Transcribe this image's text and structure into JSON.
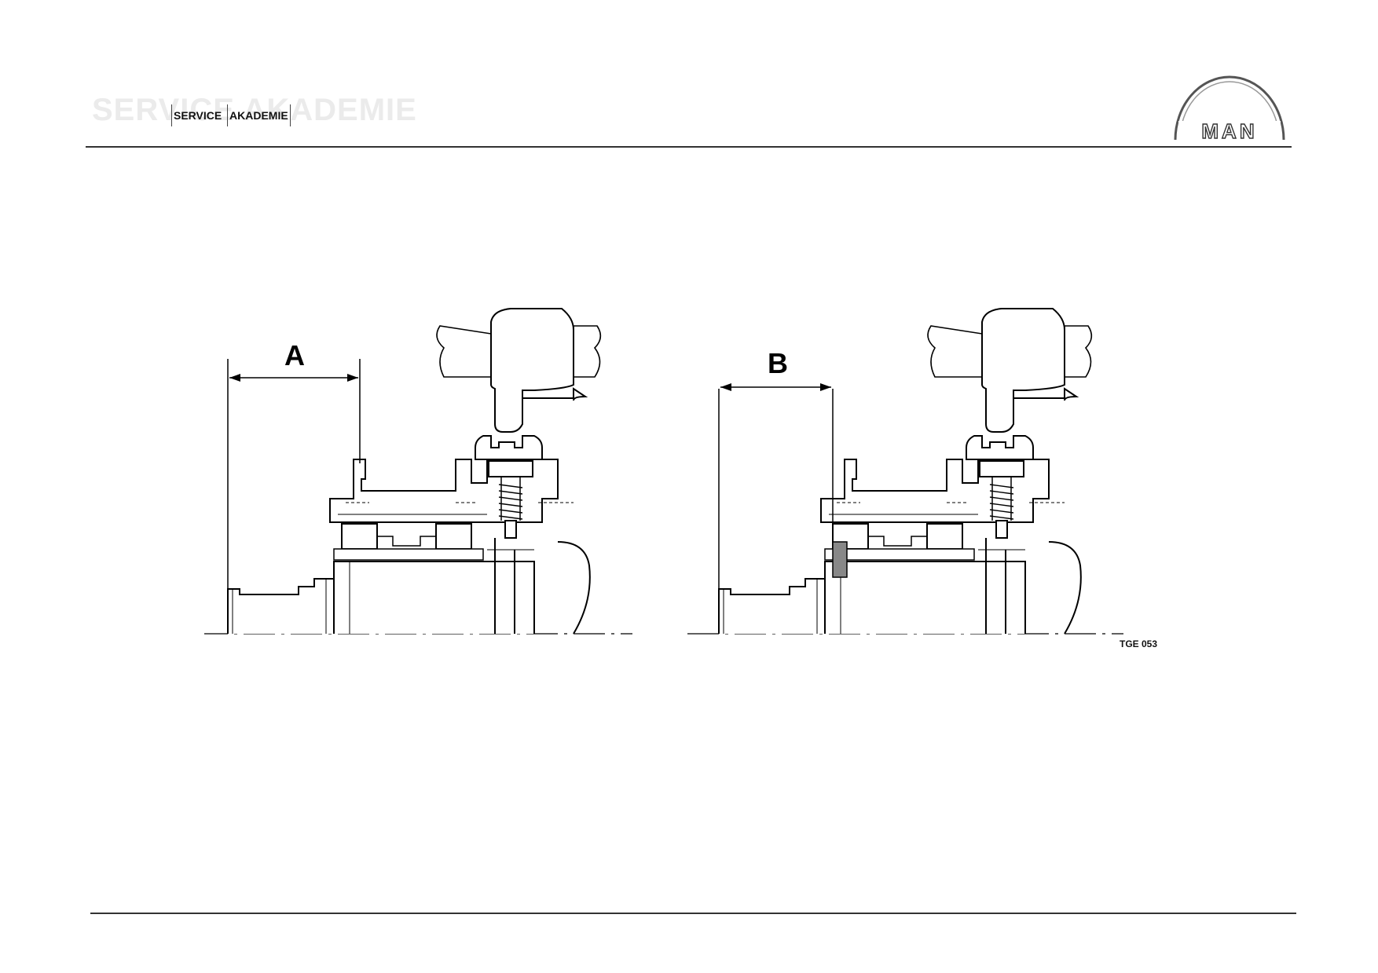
{
  "header": {
    "watermark_text": "SERVICE AKADEMIE",
    "brand_left": "SERVICE",
    "brand_right": "AKADEMIE",
    "logo_text": "MAN"
  },
  "figure": {
    "left_label": "A",
    "right_label": "B",
    "reference": "TGE 053"
  }
}
